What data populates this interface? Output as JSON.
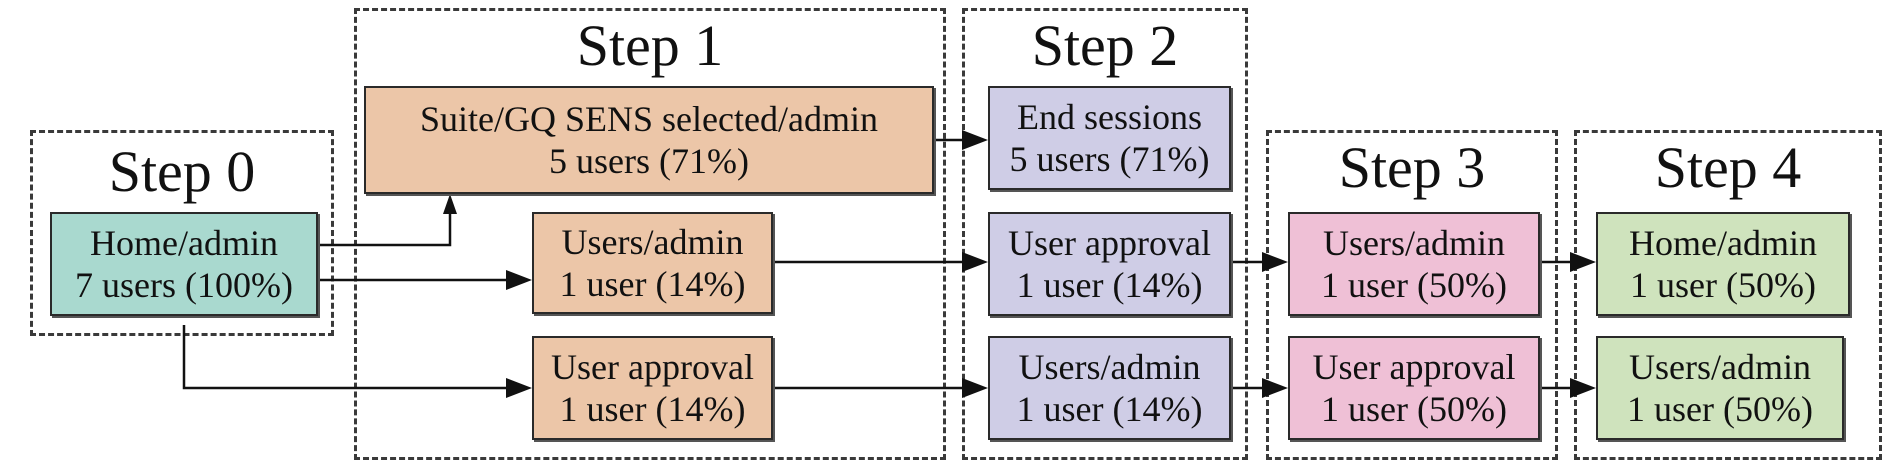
{
  "steps": {
    "step0": {
      "title": "Step 0"
    },
    "step1": {
      "title": "Step 1"
    },
    "step2": {
      "title": "Step 2"
    },
    "step3": {
      "title": "Step 3"
    },
    "step4": {
      "title": "Step 4"
    }
  },
  "nodes": {
    "home_admin_s0": {
      "page": "Home/admin",
      "users": "7 users (100%)",
      "color": "#a9d9cf"
    },
    "suite_s1": {
      "page": "Suite/GQ SENS selected/admin",
      "users": "5 users (71%)",
      "color": "#ecc6a8"
    },
    "users_admin_s1": {
      "page": "Users/admin",
      "users": "1 user (14%)",
      "color": "#ecc6a8"
    },
    "approval_s1": {
      "page": "User approval",
      "users": "1 user (14%)",
      "color": "#ecc6a8"
    },
    "end_s2": {
      "page": "End sessions",
      "users": "5 users (71%)",
      "color": "#cfcde6"
    },
    "approval_s2": {
      "page": "User approval",
      "users": "1 user (14%)",
      "color": "#cfcde6"
    },
    "users_admin_s2": {
      "page": "Users/admin",
      "users": "1 user (14%)",
      "color": "#cfcde6"
    },
    "users_admin_s3": {
      "page": "Users/admin",
      "users": "1 user (50%)",
      "color": "#efc0d6"
    },
    "approval_s3": {
      "page": "User approval",
      "users": "1 user (50%)",
      "color": "#efc0d6"
    },
    "home_admin_s4": {
      "page": "Home/admin",
      "users": "1 user (50%)",
      "color": "#cfe3bd"
    },
    "users_admin_s4": {
      "page": "Users/admin",
      "users": "1 user (50%)",
      "color": "#cfe3bd"
    }
  }
}
